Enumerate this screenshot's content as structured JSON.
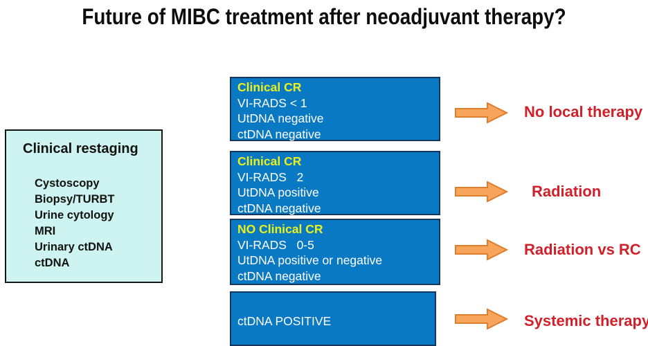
{
  "title": "Future of MIBC treatment after neoadjuvant therapy?",
  "colors": {
    "box_blue": "#0a79c3",
    "box_blue_border": "#15365e",
    "cyan_bg": "#cdf4f0",
    "yellow": "#ebf11d",
    "arrow_fill": "#f7a55c",
    "arrow_stroke": "#dd7e2c",
    "red": "#d2202a"
  },
  "restaging_panel": {
    "heading": "Clinical restaging",
    "items": [
      "Cystoscopy",
      "Biopsy/TURBT",
      "Urine cytology",
      "MRI",
      "Urinary ctDNA",
      "ctDNA"
    ]
  },
  "scenarios": [
    {
      "heading": "Clinical CR",
      "lines": [
        "VI-RADS < 1",
        "UtDNA negative",
        "ctDNA negative"
      ],
      "outcome": "No local therapy"
    },
    {
      "heading": "Clinical CR",
      "lines": [
        "VI-RADS   2",
        "UtDNA positive",
        "ctDNA negative"
      ],
      "outcome": "Radiation"
    },
    {
      "heading": "NO Clinical CR",
      "lines": [
        "VI-RADS   0-5",
        "UtDNA positive or negative",
        "ctDNA negative"
      ],
      "outcome": "Radiation vs RC"
    },
    {
      "lines": [
        "ctDNA POSITIVE"
      ],
      "outcome": "Systemic therapy"
    }
  ],
  "icons": {
    "arrow": "right-block-arrow-icon"
  }
}
